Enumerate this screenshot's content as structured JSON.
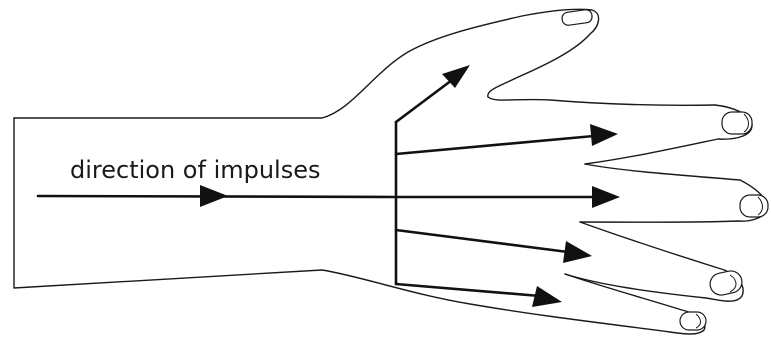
{
  "diagram": {
    "label": "direction of impulses",
    "colors": {
      "outline": "#1a1a1a",
      "arrow": "#111111",
      "background": "#ffffff"
    },
    "icons": [
      "hand-outline",
      "fingernail",
      "arrow"
    ]
  }
}
